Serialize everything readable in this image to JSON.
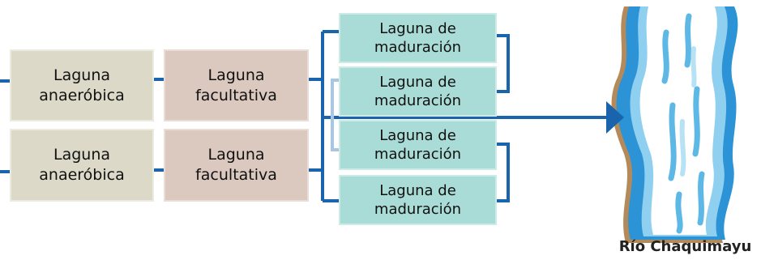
{
  "lagoons": {
    "anaerobic": [
      "Laguna\nanaeróbica",
      "Laguna\nanaeróbica"
    ],
    "facultative": [
      "Laguna\nfacultativa",
      "Laguna\nfacultativa"
    ],
    "maturation": [
      "Laguna de\nmaduración",
      "Laguna de\nmaduración",
      "Laguna de\nmaduración",
      "Laguna de\nmaduración"
    ]
  },
  "river": {
    "label": "Río Chaquimayu"
  },
  "colors": {
    "pipe": "#1a64ad",
    "pipe_light": "#a9c6e2",
    "anaerobic": "#dcd9c8",
    "facultative": "#dbc9bf",
    "maturation": "#a9dcd6",
    "river_dark": "#2c93d6",
    "river_light": "#8fd0f0",
    "river_bank": "#b58a5a"
  }
}
